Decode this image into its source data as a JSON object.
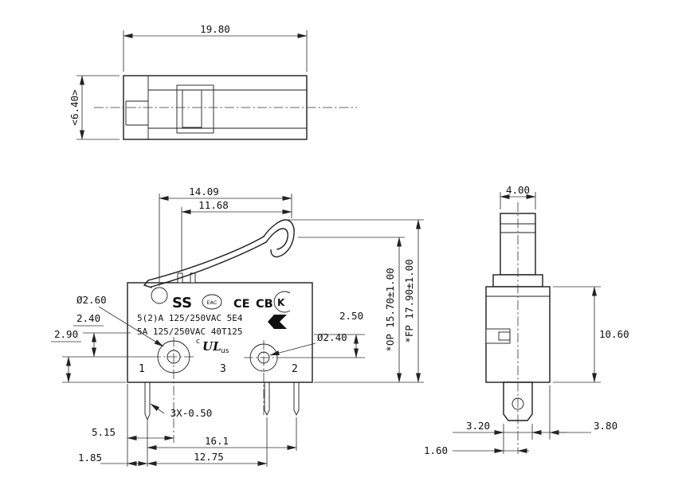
{
  "drawing": {
    "top_view": {
      "dim_width": "19.80",
      "dim_height": "<6.40>"
    },
    "front_view": {
      "dim_lever_outer": "14.09",
      "dim_lever_inner": "11.68",
      "dim_hole_left_dia": "Ø2.60",
      "dim_2_40": "2.40",
      "dim_2_90": "2.90",
      "dim_2_50": "2.50",
      "dim_hole_right_dia": "Ø2.40",
      "dim_op": "*OP 15.70±1.00",
      "dim_fp": "*FP 17.90±1.00",
      "dim_pin": "3X-0.50",
      "dim_5_15": "5.15",
      "dim_16_1": "16.1",
      "dim_12_75": "12.75",
      "dim_1_85": "1.85",
      "terminal_left": "1",
      "terminal_middle": "3",
      "terminal_right": "2",
      "marking_brand": "SS",
      "marking_eac": "EAC",
      "marking_ce": "CE",
      "marking_cb": "CB",
      "marking_kc": "K",
      "marking_rating1": "5(2)A 125/250VAC 5E4",
      "marking_rating2": "5A 125/250VAC 40T125",
      "marking_ul_c": "c",
      "marking_ul": "UL",
      "marking_ul_us": "us"
    },
    "side_view": {
      "dim_plunger_width": "4.00",
      "dim_body_height": "10.60",
      "dim_3_20": "3.20",
      "dim_3_80": "3.80",
      "dim_1_60": "1.60"
    }
  }
}
